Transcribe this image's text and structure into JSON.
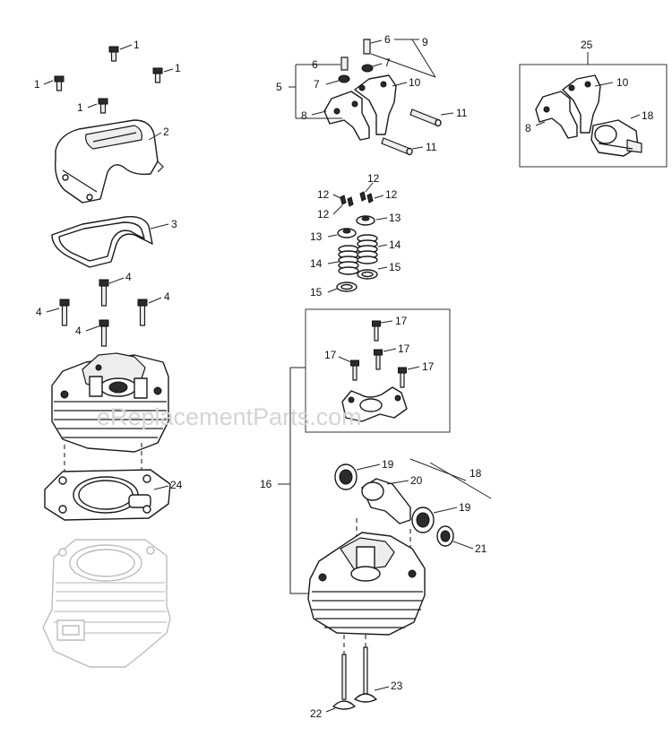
{
  "watermark": "eReplacementParts.com",
  "callouts": {
    "c1a": "1",
    "c1b": "1",
    "c1c": "1",
    "c1d": "1",
    "c2": "2",
    "c3": "3",
    "c4a": "4",
    "c4b": "4",
    "c4c": "4",
    "c4d": "4",
    "c24": "24",
    "c5": "5",
    "c6a": "6",
    "c6b": "6",
    "c7a": "7",
    "c7b": "7",
    "c8a": "8",
    "c9": "9",
    "c10a": "10",
    "c11a": "11",
    "c11b": "11",
    "c25": "25",
    "c10b": "10",
    "c8b": "8",
    "c18a": "18",
    "c12a": "12",
    "c12b": "12",
    "c12c": "12",
    "c12d": "12",
    "c13a": "13",
    "c13b": "13",
    "c14a": "14",
    "c14b": "14",
    "c15a": "15",
    "c15b": "15",
    "c17a": "17",
    "c17b": "17",
    "c17c": "17",
    "c17d": "17",
    "c16": "16",
    "c19a": "19",
    "c19b": "19",
    "c20": "20",
    "c18b": "18",
    "c21": "21",
    "c22": "22",
    "c23": "23"
  }
}
